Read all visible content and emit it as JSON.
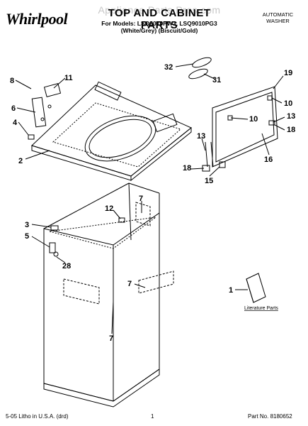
{
  "header": {
    "brand": "Whirlpool",
    "watermark": "Appliance Parts Pros.com",
    "title": "TOP AND CABINET PARTS",
    "models_line": "For Models: LSQ9010PW3, LSQ9010PG3",
    "colors_line": "(White/Grey)   (Biscuit/Gold)",
    "product_type_line1": "AUTOMATIC",
    "product_type_line2": "WASHER"
  },
  "callouts": [
    "8",
    "11",
    "6",
    "4",
    "2",
    "32",
    "31",
    "19",
    "10",
    "10",
    "13",
    "13",
    "18",
    "18",
    "16",
    "15",
    "12",
    "7",
    "3",
    "5",
    "28",
    "7",
    "7",
    "1"
  ],
  "literature_label": "Literature Parts",
  "footer": {
    "litho": "5-05 Litho in U.S.A. (drd)",
    "page": "1",
    "part_no": "Part No. 8180652"
  },
  "colors": {
    "line": "#000000",
    "paper": "#ffffff"
  }
}
